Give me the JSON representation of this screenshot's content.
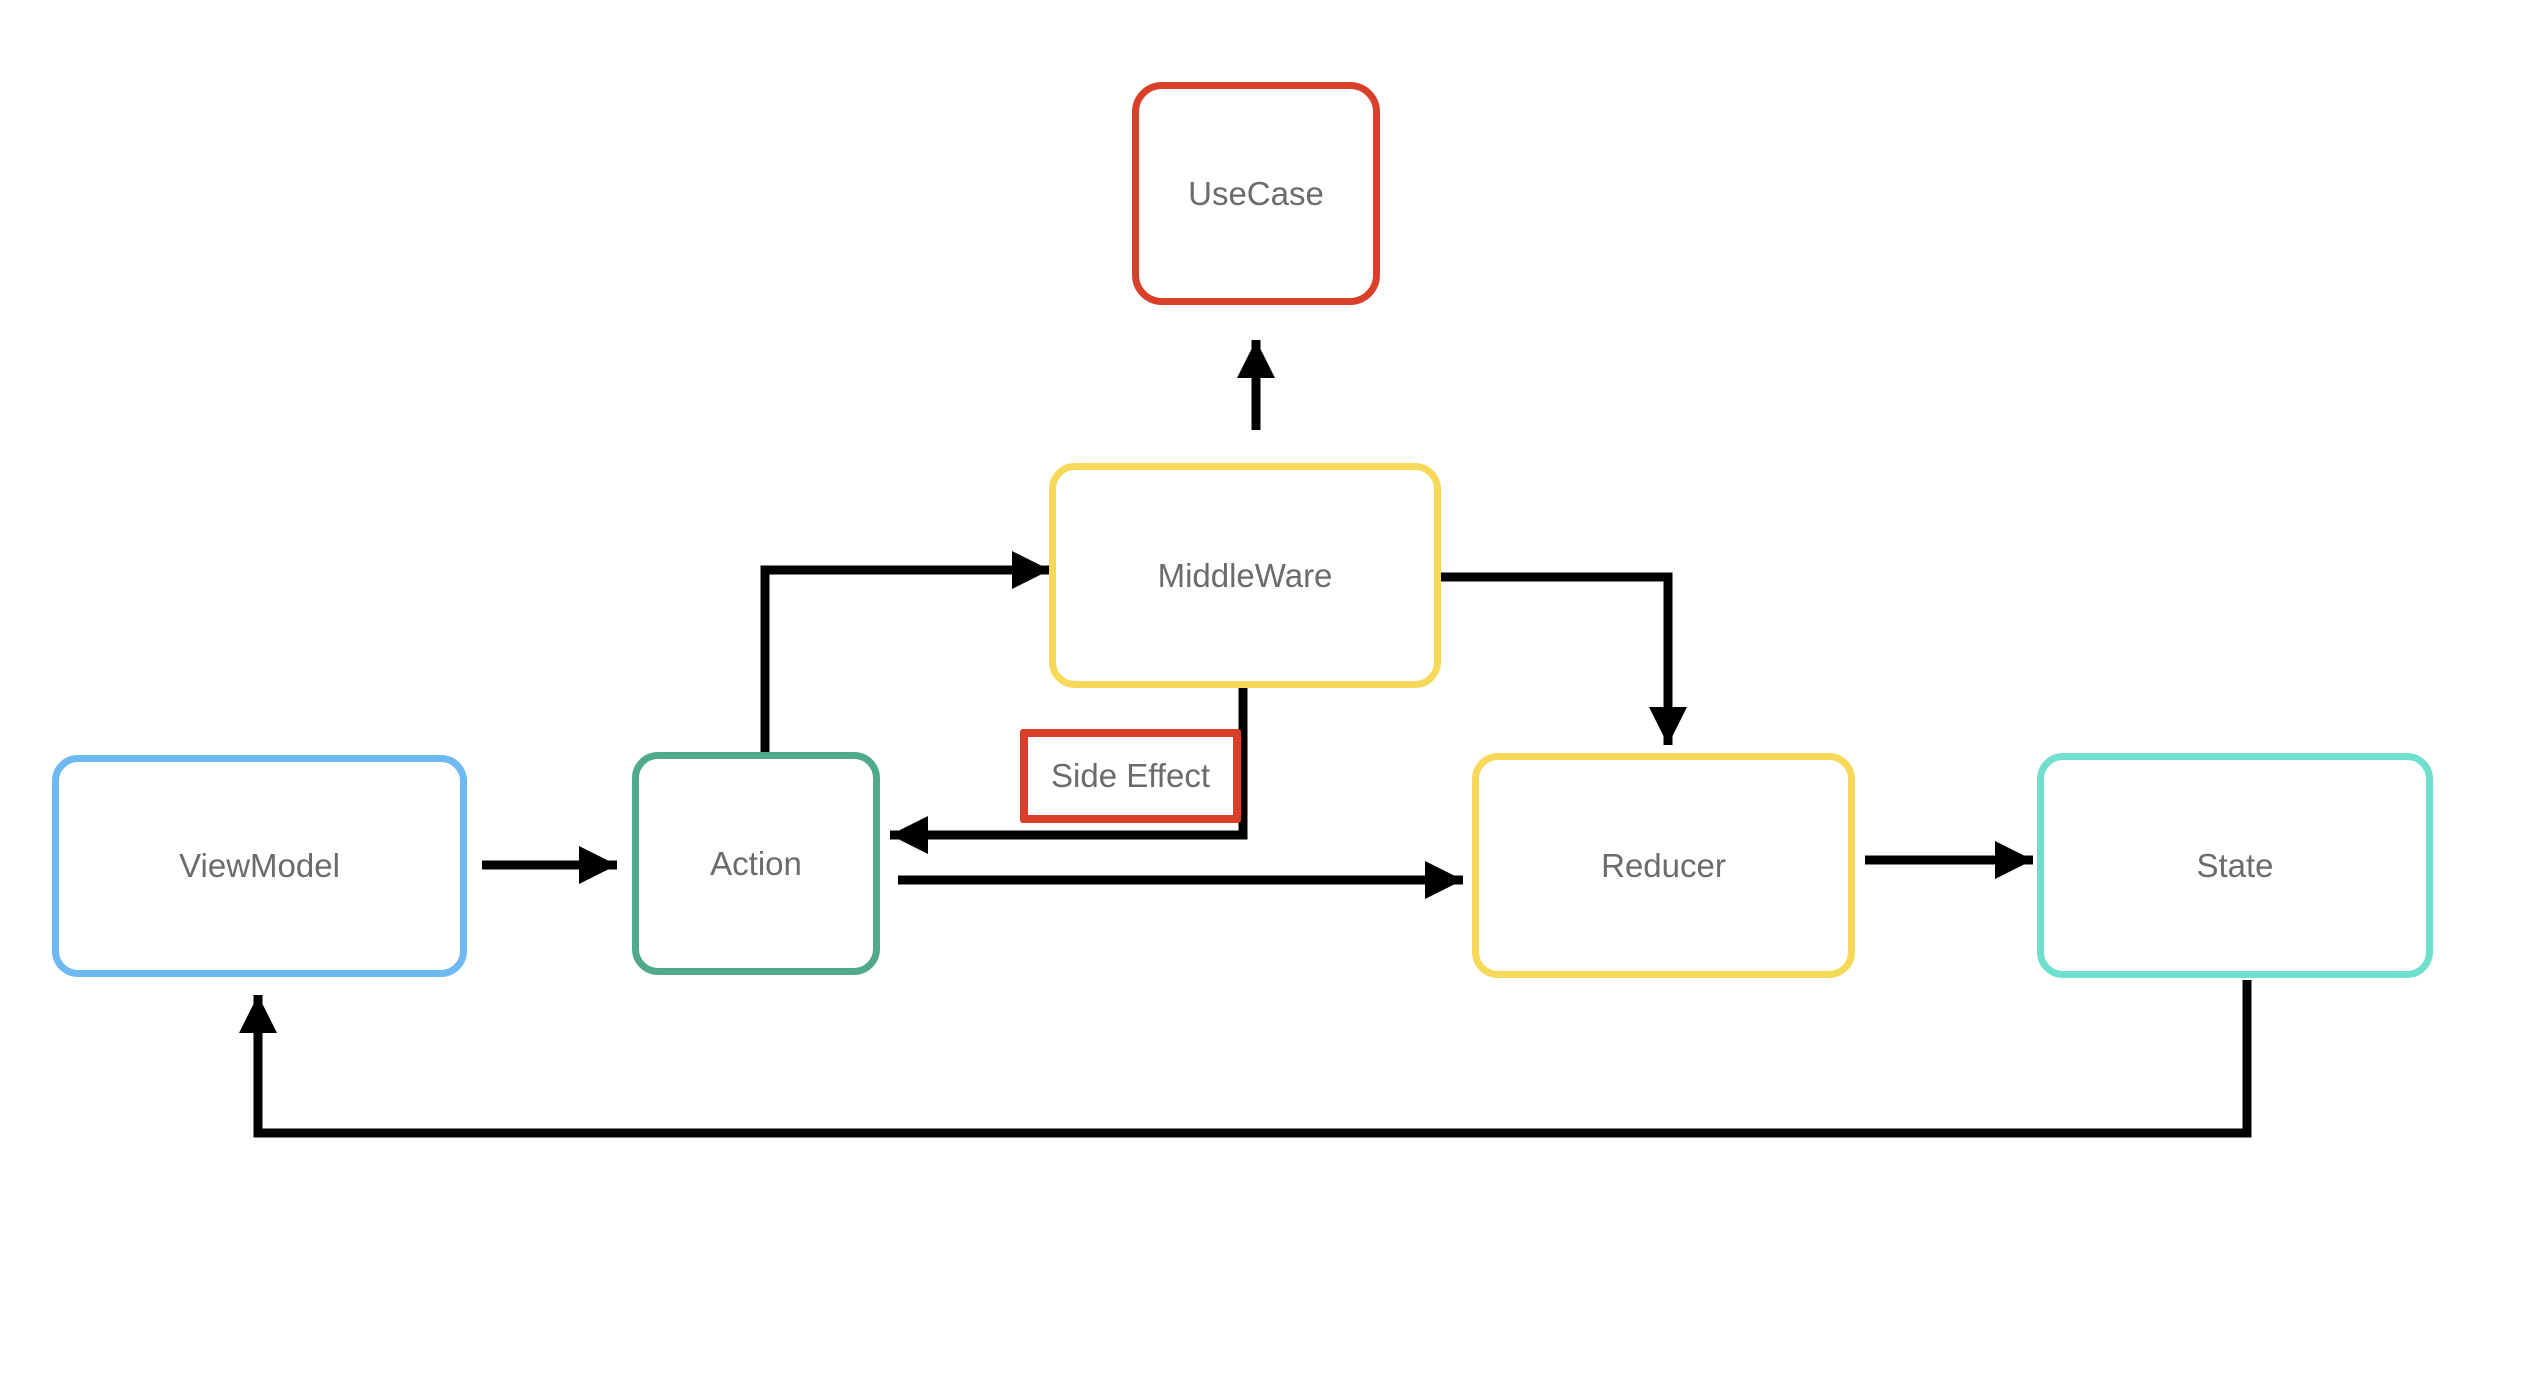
{
  "diagram": {
    "colors": {
      "background": "#ffffff",
      "line": "#000000",
      "text": "#6b6b6b",
      "red": "#d9402a",
      "yellow": "#f7d95a",
      "blue": "#6fb9f2",
      "green": "#4fa98a",
      "teal": "#6fe0cd"
    },
    "nodes": [
      {
        "id": "viewmodel",
        "label": "ViewModel",
        "border_color": "#6fb9f2"
      },
      {
        "id": "action",
        "label": "Action",
        "border_color": "#4fa98a"
      },
      {
        "id": "middleware",
        "label": "MiddleWare",
        "border_color": "#f7d95a"
      },
      {
        "id": "usecase",
        "label": "UseCase",
        "border_color": "#d9402a"
      },
      {
        "id": "side_effect",
        "label": "Side Effect",
        "border_color": "#d9402a"
      },
      {
        "id": "reducer",
        "label": "Reducer",
        "border_color": "#f7d95a"
      },
      {
        "id": "state",
        "label": "State",
        "border_color": "#6fe0cd"
      }
    ],
    "edges": [
      {
        "from": "viewmodel",
        "to": "action"
      },
      {
        "from": "action",
        "to": "middleware"
      },
      {
        "from": "middleware",
        "to": "usecase"
      },
      {
        "from": "middleware",
        "to": "action",
        "via": "side_effect"
      },
      {
        "from": "middleware",
        "to": "reducer"
      },
      {
        "from": "action",
        "to": "reducer"
      },
      {
        "from": "reducer",
        "to": "state"
      },
      {
        "from": "state",
        "to": "viewmodel"
      }
    ]
  }
}
